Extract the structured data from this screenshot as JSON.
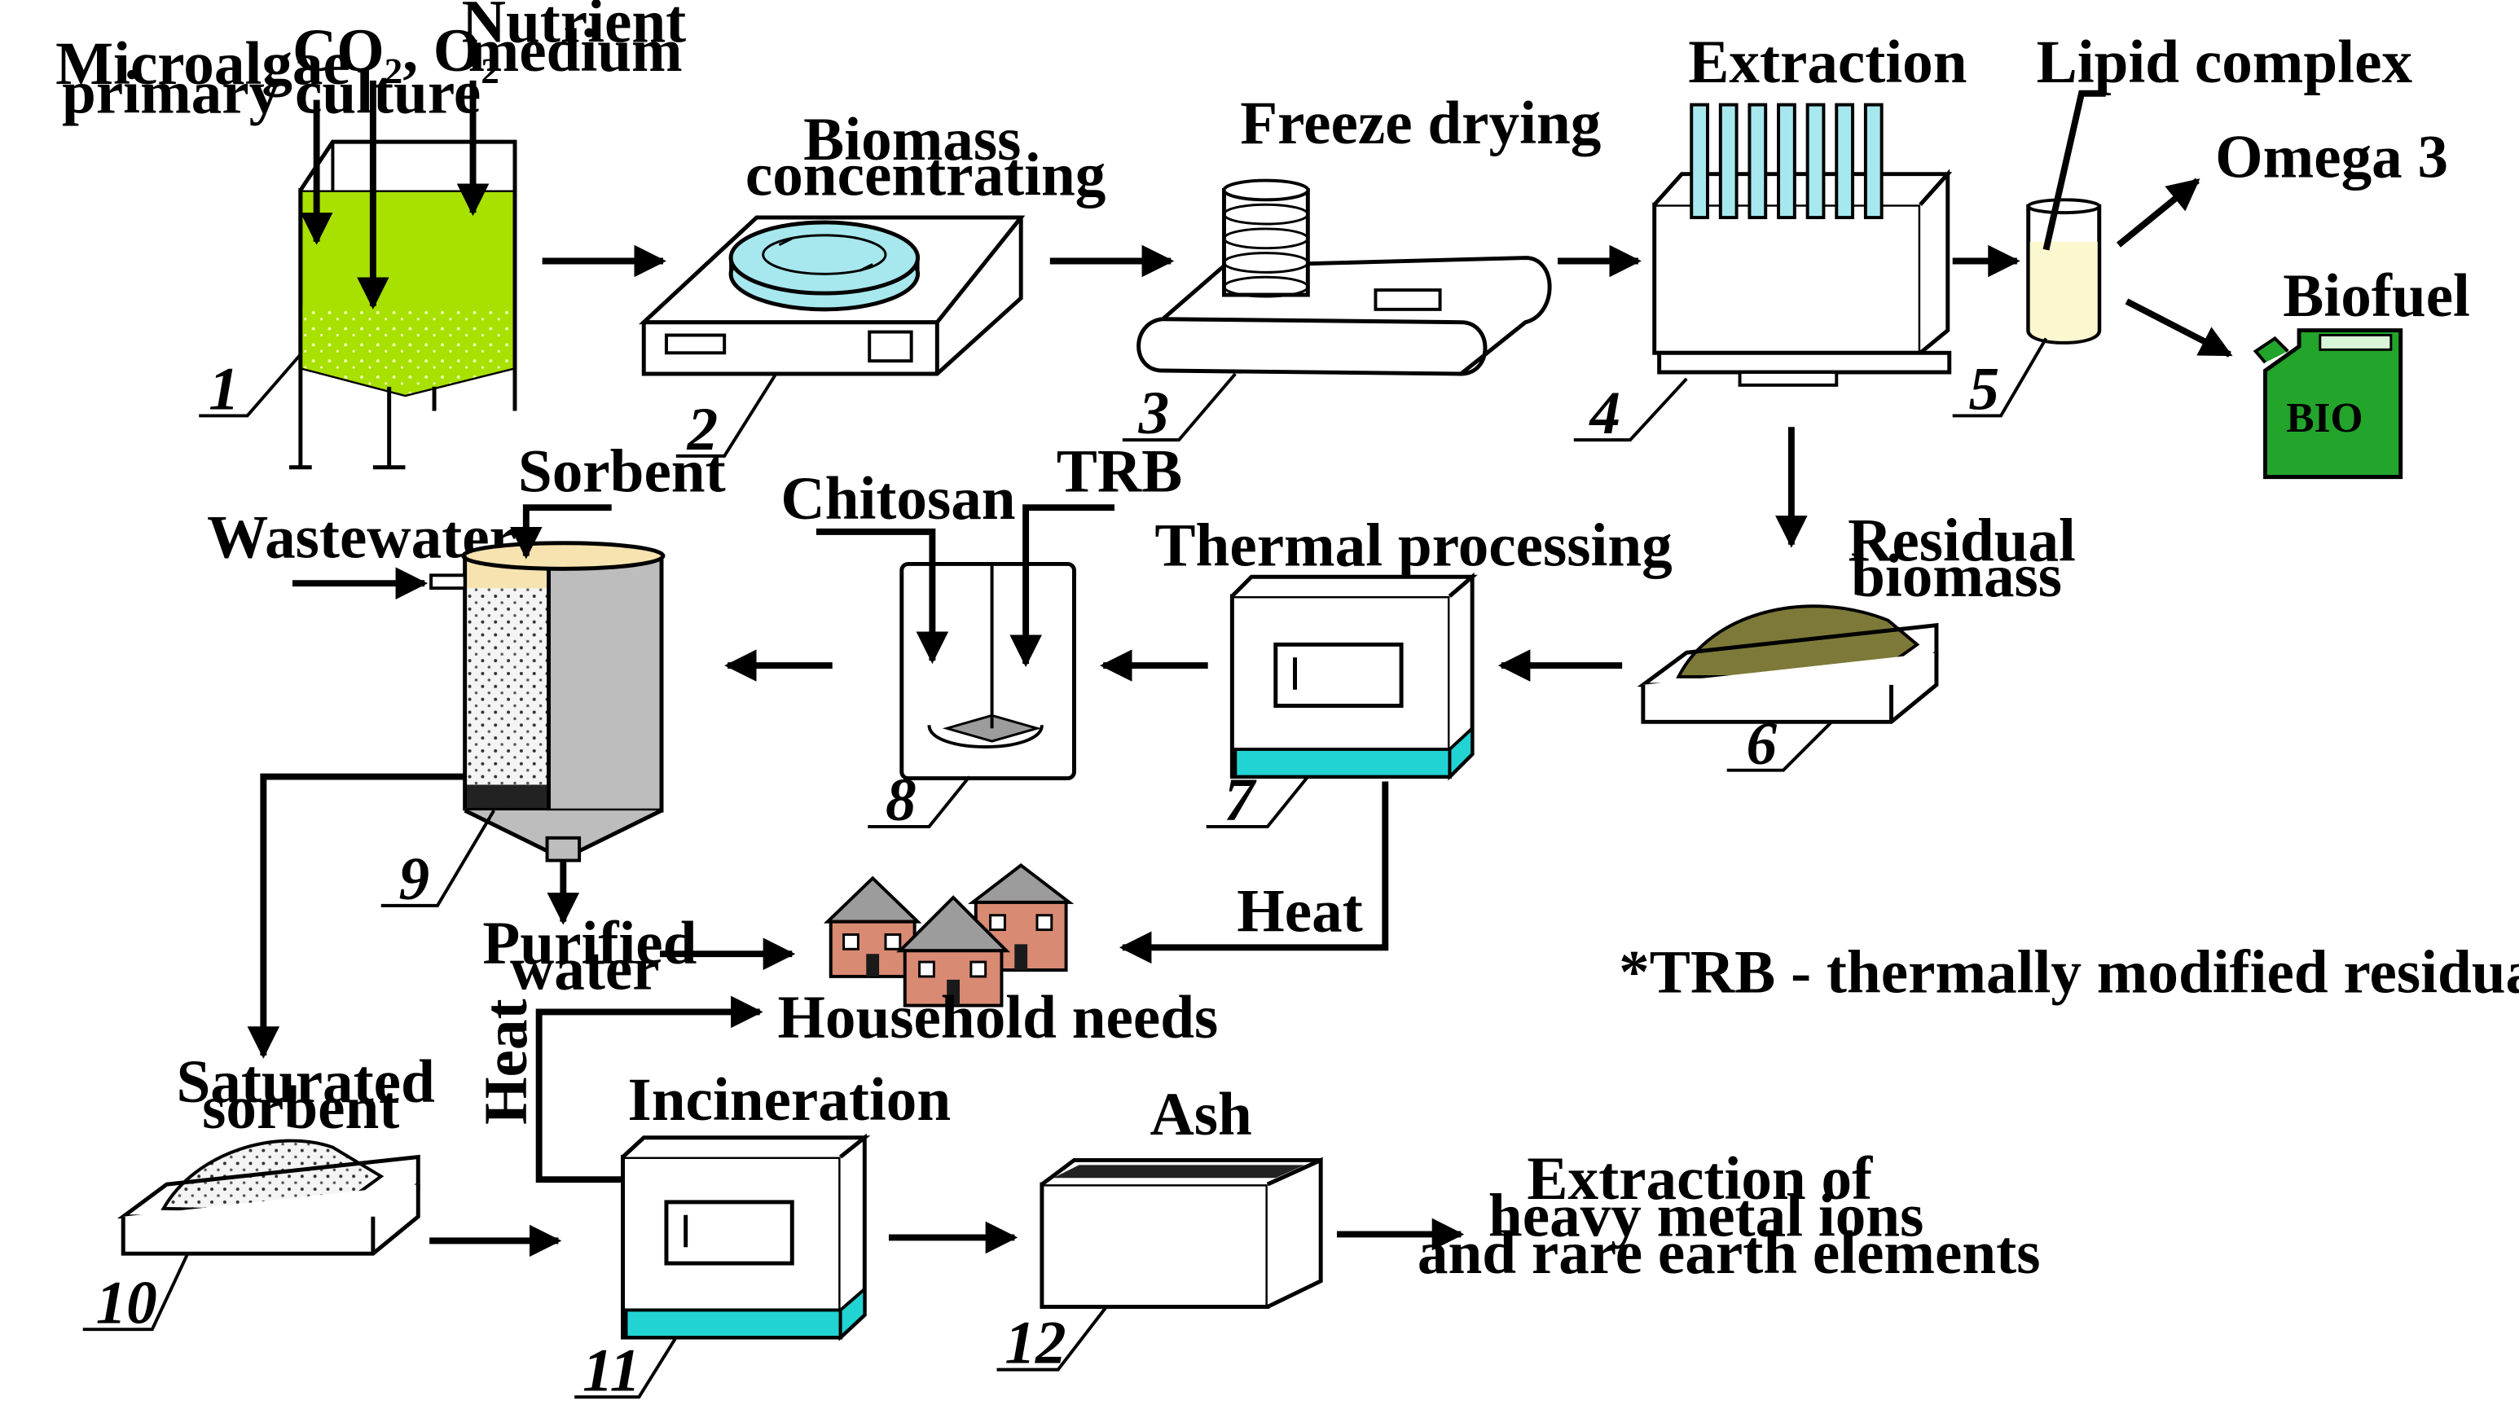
{
  "labels": {
    "microalgae": [
      "Microalgae",
      "primary culture"
    ],
    "co2_o2": "CO₂, O₂",
    "nutrient": [
      "Nutrient",
      "medium"
    ],
    "biomass_concentrating": [
      "Biomass",
      "concentrating"
    ],
    "freeze_drying": "Freeze drying",
    "extraction": "Extraction",
    "lipid_complex": "Lipid complex",
    "omega3": "Omega 3",
    "biofuel": "Biofuel",
    "bio_logo": "BIO",
    "residual_biomass": [
      "Residual",
      "biomass"
    ],
    "thermal_processing": "Thermal processing",
    "chitosan": "Chitosan",
    "trb": "TRB",
    "sorbent": "Sorbent",
    "wastewater": "Wastewater",
    "heat_right": "Heat",
    "purified_water": [
      "Purified",
      "water"
    ],
    "household_needs": "Household needs",
    "trb_note": "*TRB - thermally modified residual biomass",
    "saturated_sorbent": [
      "Saturated",
      "sorbent"
    ],
    "heat_vertical": "Heat",
    "incineration": "Incineration",
    "ash": "Ash",
    "extraction_final": [
      "Extraction of",
      "heavy metal ions",
      "and rare earth elements"
    ]
  },
  "numbers": [
    "1",
    "2",
    "3",
    "4",
    "5",
    "6",
    "7",
    "8",
    "9",
    "10",
    "11",
    "12"
  ],
  "colors": {
    "culture_green": "#a8e000",
    "dish_cyan": "#a6e8ee",
    "teal_base": "#22d3d3",
    "residual_olive": "#7d7a39",
    "biofuel_green": "#22a52a",
    "house_brick": "#d98a73",
    "roof_gray": "#9c9c9c",
    "lipid_cream": "#fbf7cf"
  }
}
